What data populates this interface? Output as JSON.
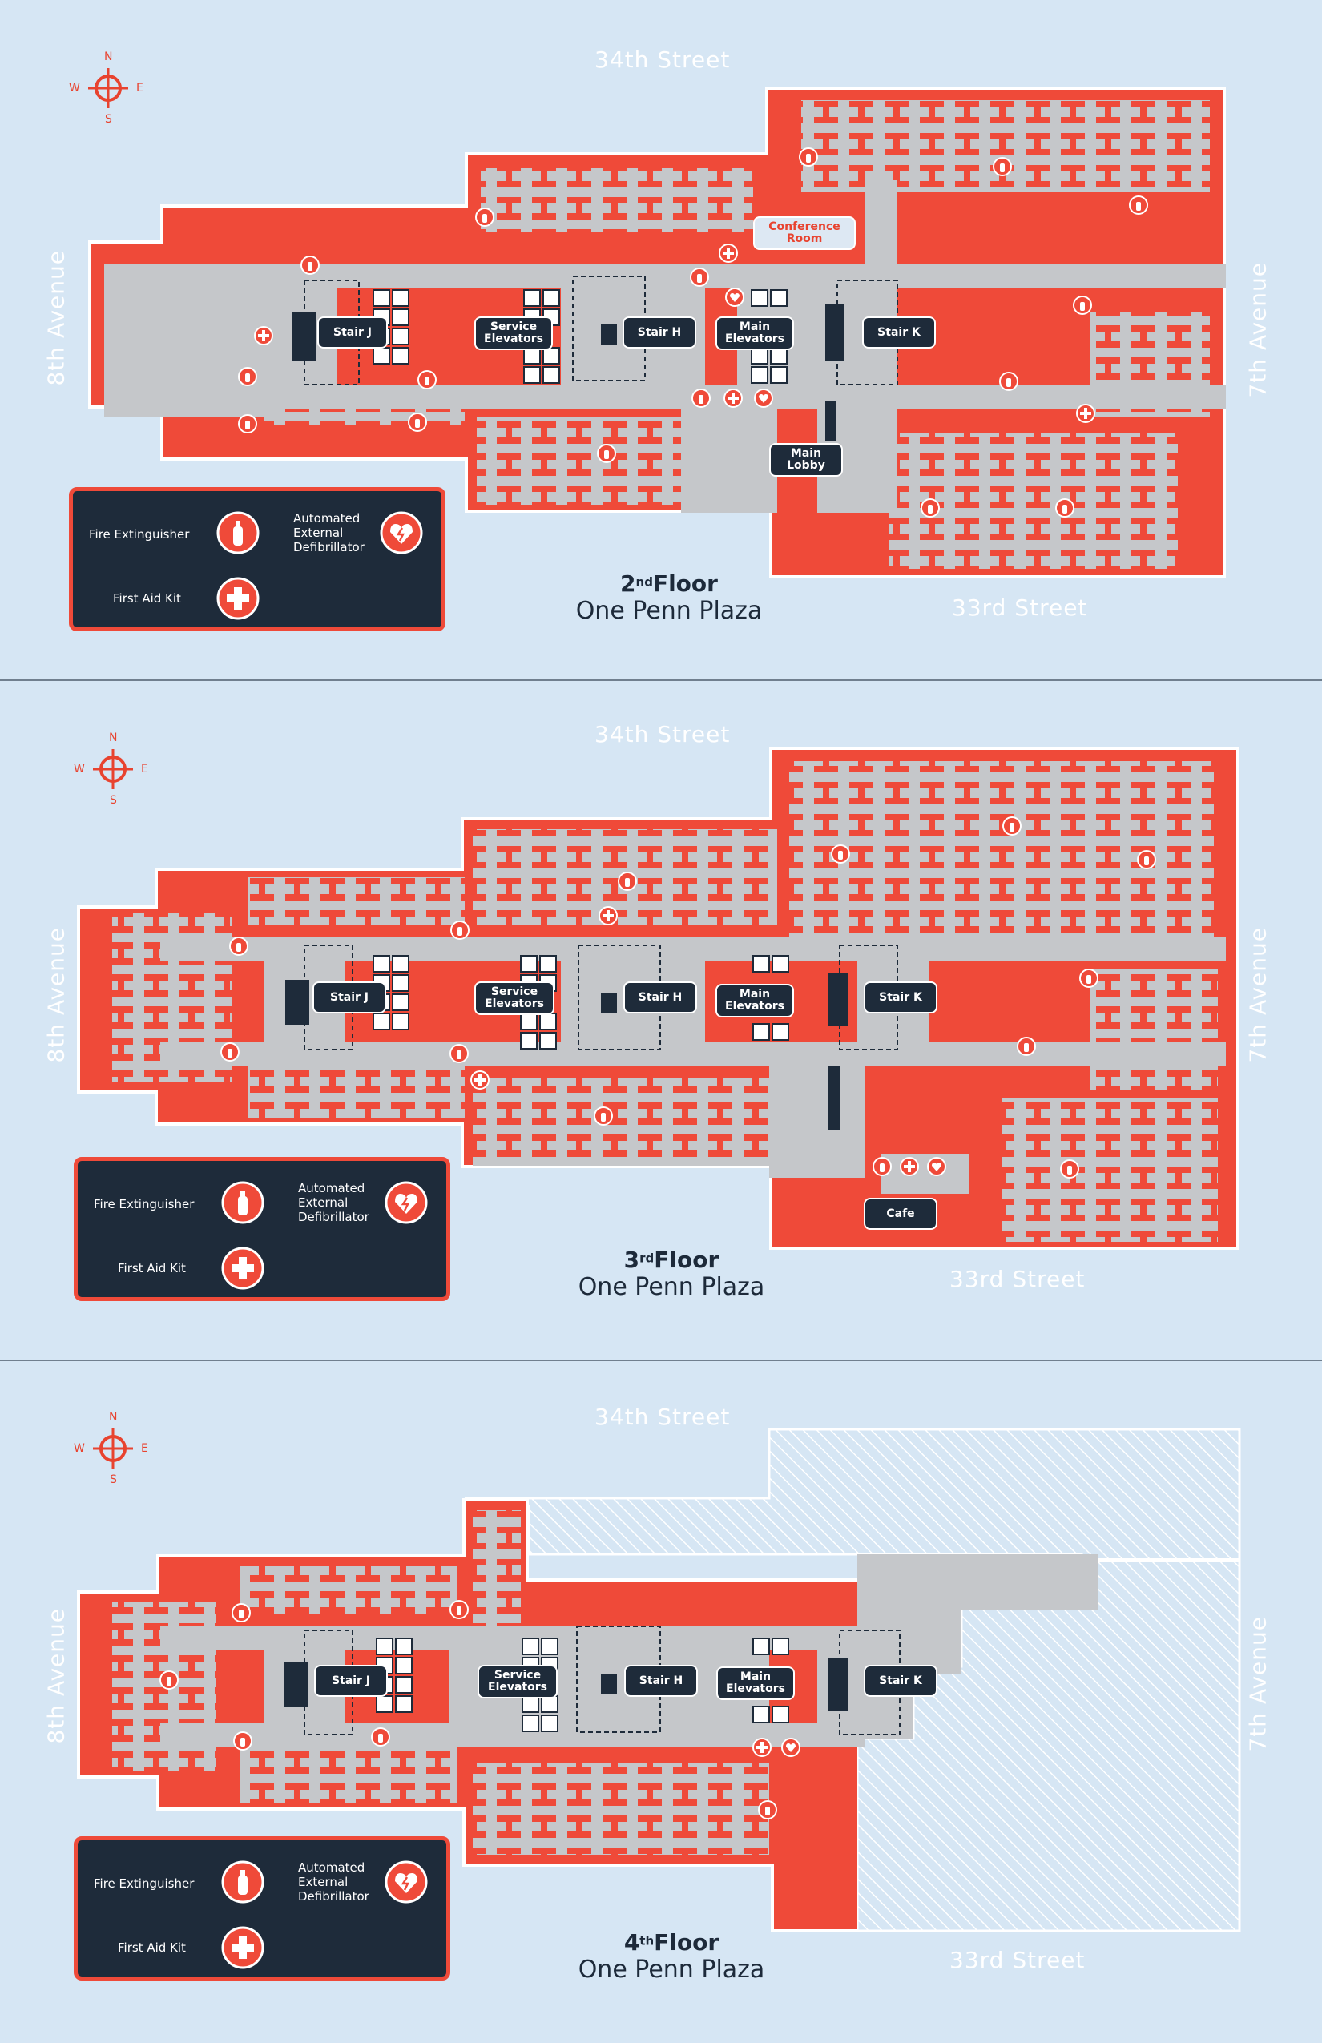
{
  "floors": [
    {
      "id": "f2",
      "north_street": "34th Street",
      "south_street": "33rd Street",
      "west_avenue": "8th Avenue",
      "east_avenue": "7th Avenue",
      "floor_number": "2",
      "floor_suffix": "nd",
      "floor_word": "Floor",
      "building": "One Penn Plaza",
      "labels": {
        "stair_j": "Stair J",
        "service_elevators": "Service Elevators",
        "stair_h": "Stair H",
        "main_elevators": "Main Elevators",
        "stair_k": "Stair K",
        "main_lobby": "Main Lobby",
        "conference_room": "Conference Room"
      }
    },
    {
      "id": "f3",
      "north_street": "34th Street",
      "south_street": "33rd Street",
      "west_avenue": "8th Avenue",
      "east_avenue": "7th Avenue",
      "floor_number": "3",
      "floor_suffix": "rd",
      "floor_word": "Floor",
      "building": "One Penn Plaza",
      "labels": {
        "stair_j": "Stair J",
        "service_elevators": "Service Elevators",
        "stair_h": "Stair H",
        "main_elevators": "Main Elevators",
        "stair_k": "Stair K",
        "cafe": "Cafe"
      }
    },
    {
      "id": "f4",
      "north_street": "34th Street",
      "south_street": "33rd Street",
      "west_avenue": "8th Avenue",
      "east_avenue": "7th Avenue",
      "floor_number": "4",
      "floor_suffix": "th",
      "floor_word": "Floor",
      "building": "One Penn Plaza",
      "labels": {
        "stair_j": "Stair J",
        "service_elevators": "Service Elevators",
        "stair_h": "Stair H",
        "main_elevators": "Main Elevators",
        "stair_k": "Stair K"
      }
    }
  ],
  "legend": {
    "fire_extinguisher": "Fire Extinguisher",
    "aed": "Automated External Defibrillator",
    "first_aid": "First Aid Kit"
  },
  "compass": {
    "n": "N",
    "s": "S",
    "e": "E",
    "w": "W"
  },
  "colors": {
    "background": "#d6e6f4",
    "room_red": "#ef4a39",
    "corridor_gray": "#c5c7ca",
    "legend_bg": "#1e2b3a",
    "title_navy": "#1d2a3a"
  },
  "icons": [
    "fire-extinguisher-icon",
    "aed-icon",
    "first-aid-icon",
    "compass-icon"
  ]
}
